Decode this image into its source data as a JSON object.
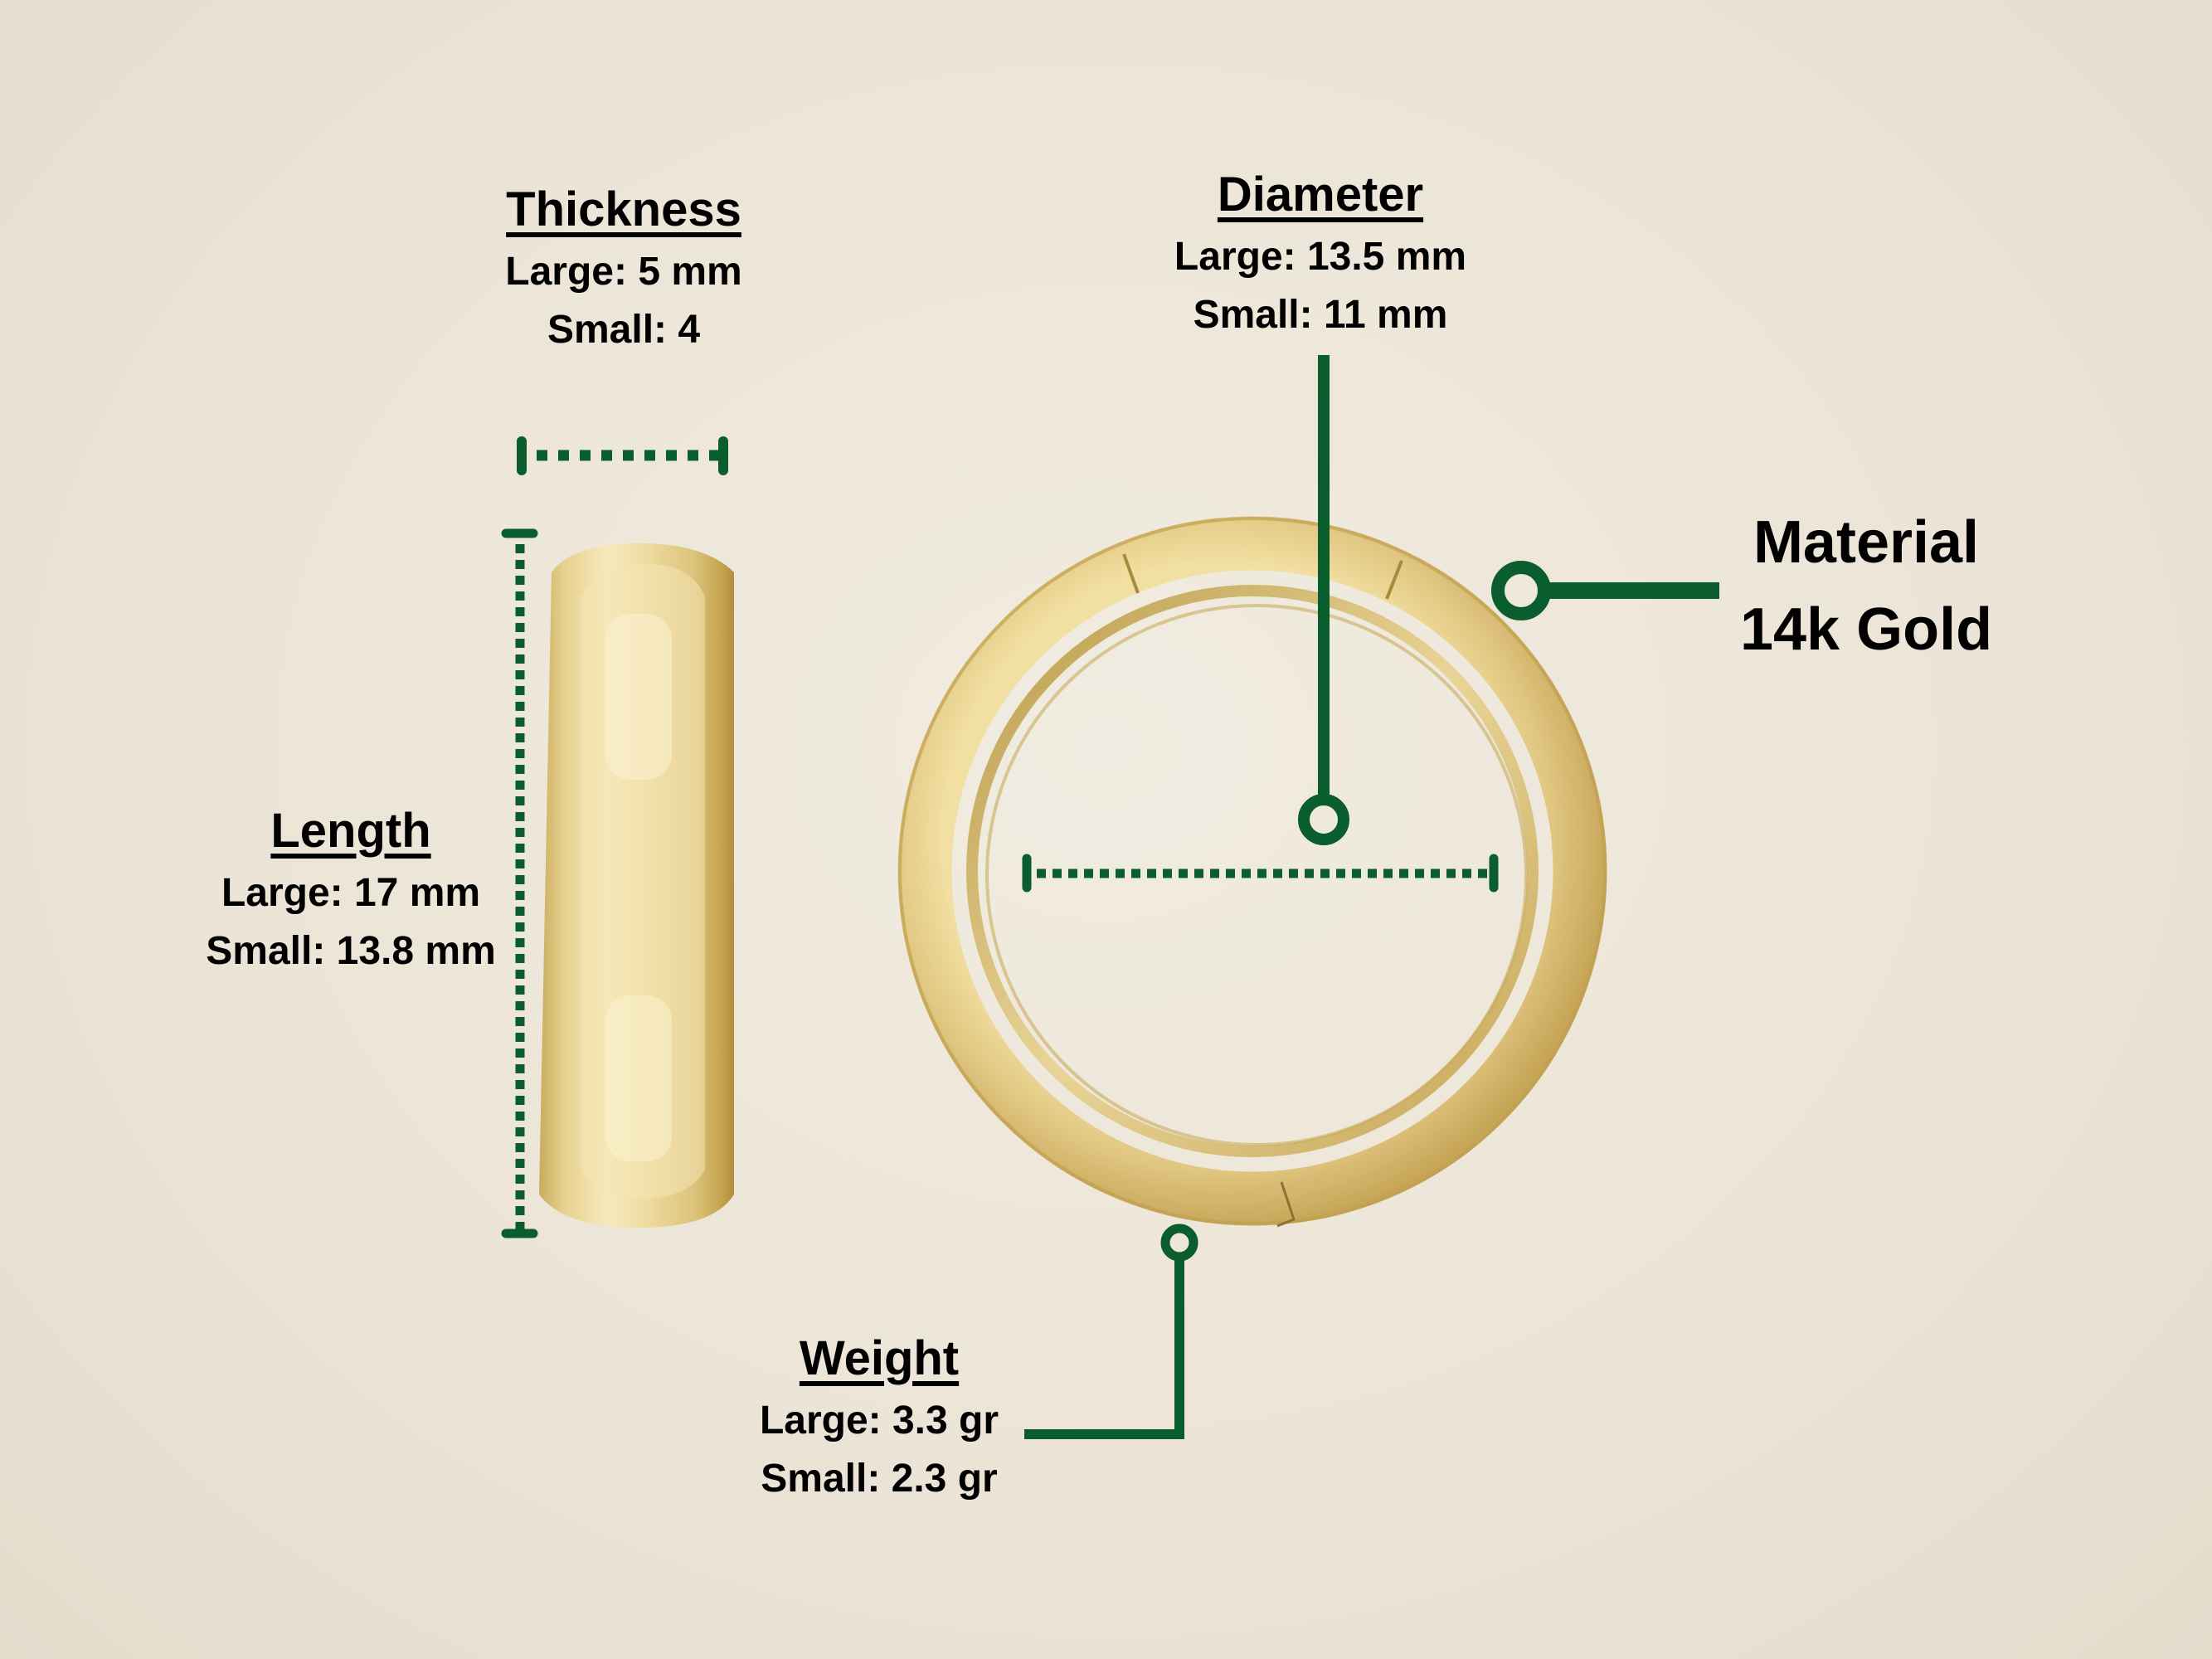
{
  "colors": {
    "background": "#ede7da",
    "accent_green": "#0a5e2e",
    "gold_light": "#f3e3a8",
    "gold_mid": "#d9bd6e",
    "gold_dark": "#b8974a",
    "text": "#000000"
  },
  "thickness": {
    "title": "Thickness",
    "large": "Large: 5 mm",
    "small": "Small: 4"
  },
  "diameter": {
    "title": "Diameter",
    "large": "Large: 13.5 mm",
    "small": "Small: 11 mm"
  },
  "length": {
    "title": "Length",
    "large": "Large: 17 mm",
    "small": "Small: 13.8 mm"
  },
  "weight": {
    "title": "Weight",
    "large": "Large: 3.3 gr",
    "small": "Small: 2.3 gr"
  },
  "material": {
    "title": "Material",
    "value": "14k Gold"
  },
  "icons": {
    "thickness_bar": "dotted-dimension-line-horizontal",
    "length_bar": "dotted-dimension-line-vertical",
    "diameter_bar": "dotted-dimension-line-horizontal",
    "diameter_pointer": "callout-pin-icon",
    "material_pointer": "callout-pin-icon",
    "weight_pointer": "callout-pin-icon"
  }
}
